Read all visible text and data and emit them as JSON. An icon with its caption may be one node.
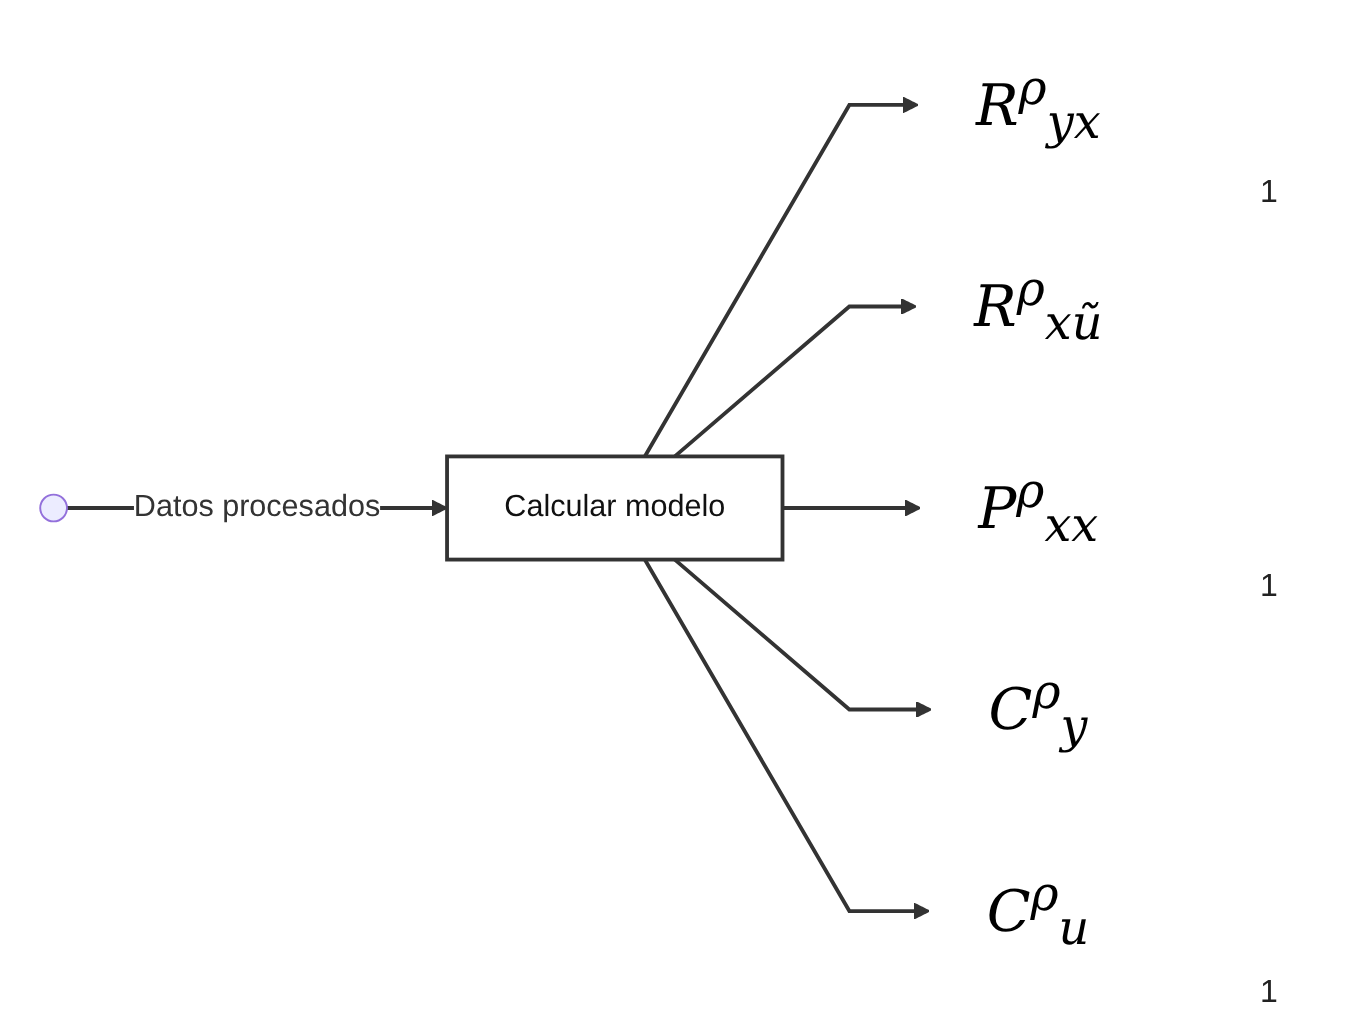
{
  "diagram": {
    "nodes": [
      {
        "text": [],
        "shape": "circle"
      },
      {
        "text": [
          "Calcular modelo"
        ]
      },
      {
        "text": [
          "R$^{ρ}$$_{yx}$"
        ]
      },
      {
        "text": [
          "R$^{ρ}$$_{xũ}$"
        ]
      },
      {
        "text": [
          "P$^{ρ}$$_{xx}$"
        ]
      },
      {
        "text": [
          "C$^{ρ}$$_{y}$"
        ]
      },
      {
        "text": [
          "C$^{ρ}$$_{u}$"
        ]
      }
    ],
    "edges": [
      {
        "from": 0,
        "to": 1,
        "arrow": "to",
        "label": "Datos procesados"
      },
      {
        "from": 1,
        "to": 2,
        "arrow": "to"
      },
      {
        "from": 1,
        "to": 3,
        "arrow": "to"
      },
      {
        "from": 1,
        "to": 4,
        "arrow": "to"
      },
      {
        "from": 1,
        "to": 5,
        "arrow": "to"
      },
      {
        "from": 1,
        "to": 6,
        "arrow": "to"
      }
    ],
    "labels": [
      "1",
      "1",
      "1"
    ]
  }
}
